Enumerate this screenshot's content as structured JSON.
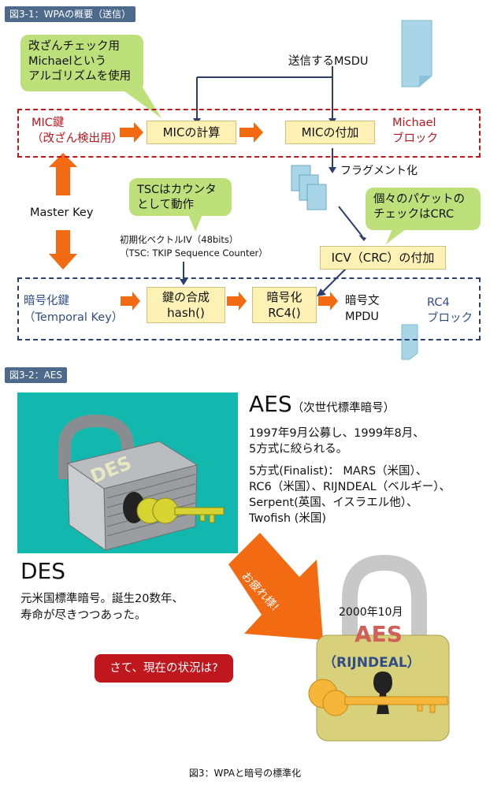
{
  "fig1": {
    "tag": "図3-1：WPAの概要（送信）",
    "bubble_mic": [
      "改ざんチェック用",
      "Michaelという",
      "アルゴリズムを使用"
    ],
    "send_msdu": "送信するMSDU",
    "mic_key": [
      "MIC鍵",
      "（改ざん検出用）"
    ],
    "mic_calc": "MICの計算",
    "mic_add": "MICの付加",
    "michael_block": [
      "Michael",
      "ブロック"
    ],
    "fragmentation": "フラグメント化",
    "master_key": "Master Key",
    "bubble_tsc": [
      "TSCはカウンタ",
      "として動作"
    ],
    "bubble_crc": [
      "個々のパケットの",
      "チェックはCRC"
    ],
    "iv_note": [
      "初期化ベクトルIV（48bits）",
      "（TSC: TKIP Sequence Counter）"
    ],
    "icv_add": "ICV（CRC）の付加",
    "temporal_key": [
      "暗号化鍵",
      "（Temporal Key）"
    ],
    "key_mix": [
      "鍵の合成",
      "hash()"
    ],
    "encrypt": [
      "暗号化",
      "RC4()"
    ],
    "cipher": [
      "暗号文",
      "MPDU"
    ],
    "rc4_block": [
      "RC4",
      "ブロック"
    ]
  },
  "fig2": {
    "tag": "図3-2：AES",
    "lock_label": "DES",
    "aes_title": "AES",
    "aes_sub": "（次世代標準暗号）",
    "aes_line1": [
      "1997年9月公募し、1999年8月、",
      "5方式に絞られる。"
    ],
    "aes_line2": [
      "5方式(Finalist)： MARS（米国）、",
      "RC6（米国）、RIJNDEAL（ベルギー）、",
      "Serpent(英国、イスラエル他）、",
      "Twofish (米国)"
    ],
    "des_title": "DES",
    "des_text": [
      "元米国標準暗号。誕生20数年、",
      "寿命が尽きつつあった。"
    ],
    "arrow_text": "お疲れ様!",
    "aes_date": "2000年10月",
    "aes_lock_title": "AES",
    "aes_lock_sub": "（RIJNDEAL）",
    "question": "さて、現在の状況は?"
  },
  "caption": "図3：WPAと暗号の標準化",
  "colors": {
    "red": "#c0161d",
    "navy": "#2c3f6b",
    "arrow": "#f26a12",
    "bubble": "#bde07a",
    "box": "#fdf1b6"
  }
}
